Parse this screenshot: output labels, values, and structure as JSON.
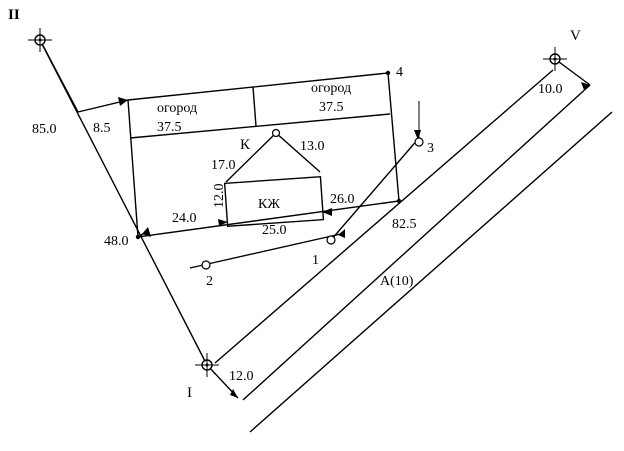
{
  "stations": [
    {
      "id": "II",
      "label": "II"
    },
    {
      "id": "V",
      "label": "V"
    },
    {
      "id": "I",
      "label": "I"
    }
  ],
  "points": [
    {
      "id": "p1",
      "label": "1"
    },
    {
      "id": "p2",
      "label": "2"
    },
    {
      "id": "p3",
      "label": "3"
    },
    {
      "id": "p4",
      "label": "4"
    }
  ],
  "parcel_labels": {
    "garden_left_name": "огород",
    "garden_left_value": "37.5",
    "garden_right_name": "огород",
    "garden_right_value": "37.5",
    "house_label": "КЖ",
    "roof_label": "К"
  },
  "measurements": {
    "m_85_0": "85.0",
    "m_8_5": "8.5",
    "m_48_0": "48.0",
    "m_10_0": "10.0",
    "m_12_0": "12.0",
    "m_17_0": "17.0",
    "m_13_0": "13.0",
    "m_12_0_house": "12.0",
    "m_24_0": "24.0",
    "m_26_0": "26.0",
    "m_25_0": "25.0",
    "m_82_5": "82.5"
  },
  "road_label": "А(10)"
}
